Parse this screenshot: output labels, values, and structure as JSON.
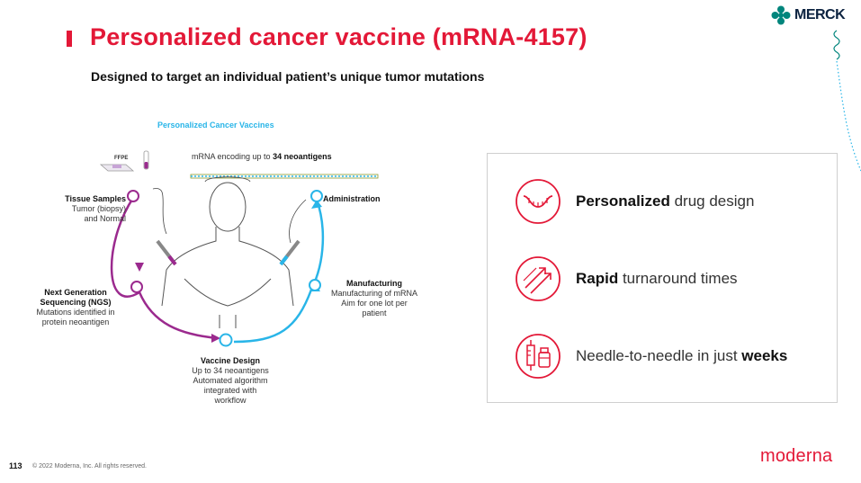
{
  "header": {
    "title": "Personalized cancer vaccine (mRNA-4157)",
    "subtitle": "Designed to target an individual patient’s unique tumor mutations",
    "brand_logo": "MERCK"
  },
  "diagram": {
    "title": "Personalized Cancer Vaccines",
    "ffpe_label": "FFPE",
    "mrna_prefix": "mRNA encoding up to ",
    "mrna_bold": "34 neoantigens",
    "steps": {
      "tissue": {
        "title": "Tissue Samples",
        "line1": "Tumor (biopsy)",
        "line2": "and Normal"
      },
      "ngs": {
        "title1": "Next Generation",
        "title2": "Sequencing (NGS)",
        "line1": "Mutations identified in",
        "line2": "protein neoantigen"
      },
      "vaccine": {
        "title": "Vaccine Design",
        "line1": "Up to 34 neoantigens",
        "line2": "Automated algorithm",
        "line3": "integrated with",
        "line4": "workflow"
      },
      "manufacturing": {
        "title": "Manufacturing",
        "line1": "Manufacturing of mRNA",
        "line2": "Aim for one lot per",
        "line3": "patient"
      },
      "administration": {
        "title": "Administration"
      }
    }
  },
  "features": [
    {
      "icon": "mrna-wave-icon",
      "bold": "Personalized",
      "rest": " drug design"
    },
    {
      "icon": "rapid-arrows-icon",
      "bold": "Rapid",
      "rest": " turnaround times"
    },
    {
      "icon": "vial-syringe-icon",
      "pre": "Needle-to-needle in just ",
      "bold": "weeks"
    }
  ],
  "footer": {
    "page_number": "113",
    "copyright": "© 2022 Moderna, Inc. All rights reserved.",
    "logo": "moderna"
  },
  "colors": {
    "brand_red": "#e31837",
    "purple": "#9b2a8e",
    "cyan": "#29b5e8",
    "merck_teal": "#00857c"
  }
}
